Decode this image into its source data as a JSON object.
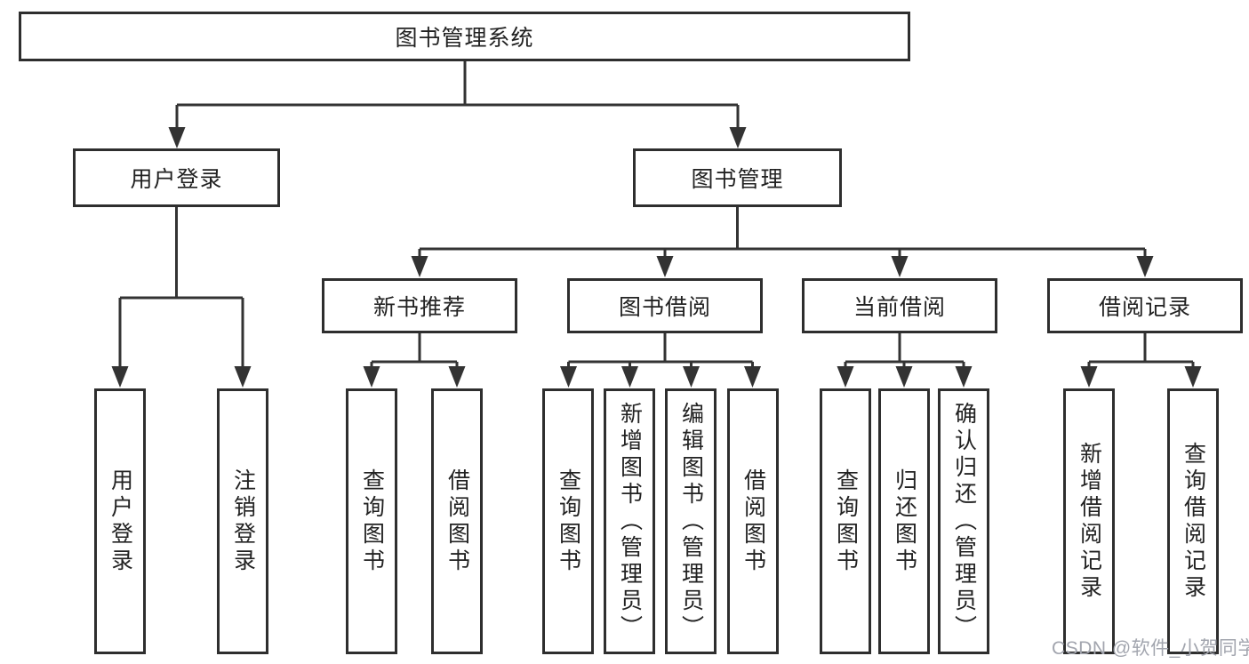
{
  "title": "图书管理系统",
  "level2": [
    {
      "label": "用户登录"
    },
    {
      "label": "图书管理"
    }
  ],
  "level3": [
    {
      "label": "新书推荐"
    },
    {
      "label": "图书借阅"
    },
    {
      "label": "当前借阅"
    },
    {
      "label": "借阅记录"
    }
  ],
  "leaves": {
    "user": [
      "用户登录",
      "注销登录"
    ],
    "recommend": [
      "查询图书",
      "借阅图书"
    ],
    "borrow": [
      "查询图书",
      "新增图书（管理员）",
      "编辑图书（管理员）",
      "借阅图书"
    ],
    "current": [
      "查询图书",
      "归还图书",
      "确认归还（管理员）"
    ],
    "records": [
      "新增借阅记录",
      "查询借阅记录"
    ]
  },
  "watermark": "CSDN @软件_小贺同学",
  "colors": {
    "line": "#333333",
    "border": "#2e2e2e",
    "text": "#222222",
    "watermark_text": "#a2a5ae",
    "background": "#ffffff"
  }
}
